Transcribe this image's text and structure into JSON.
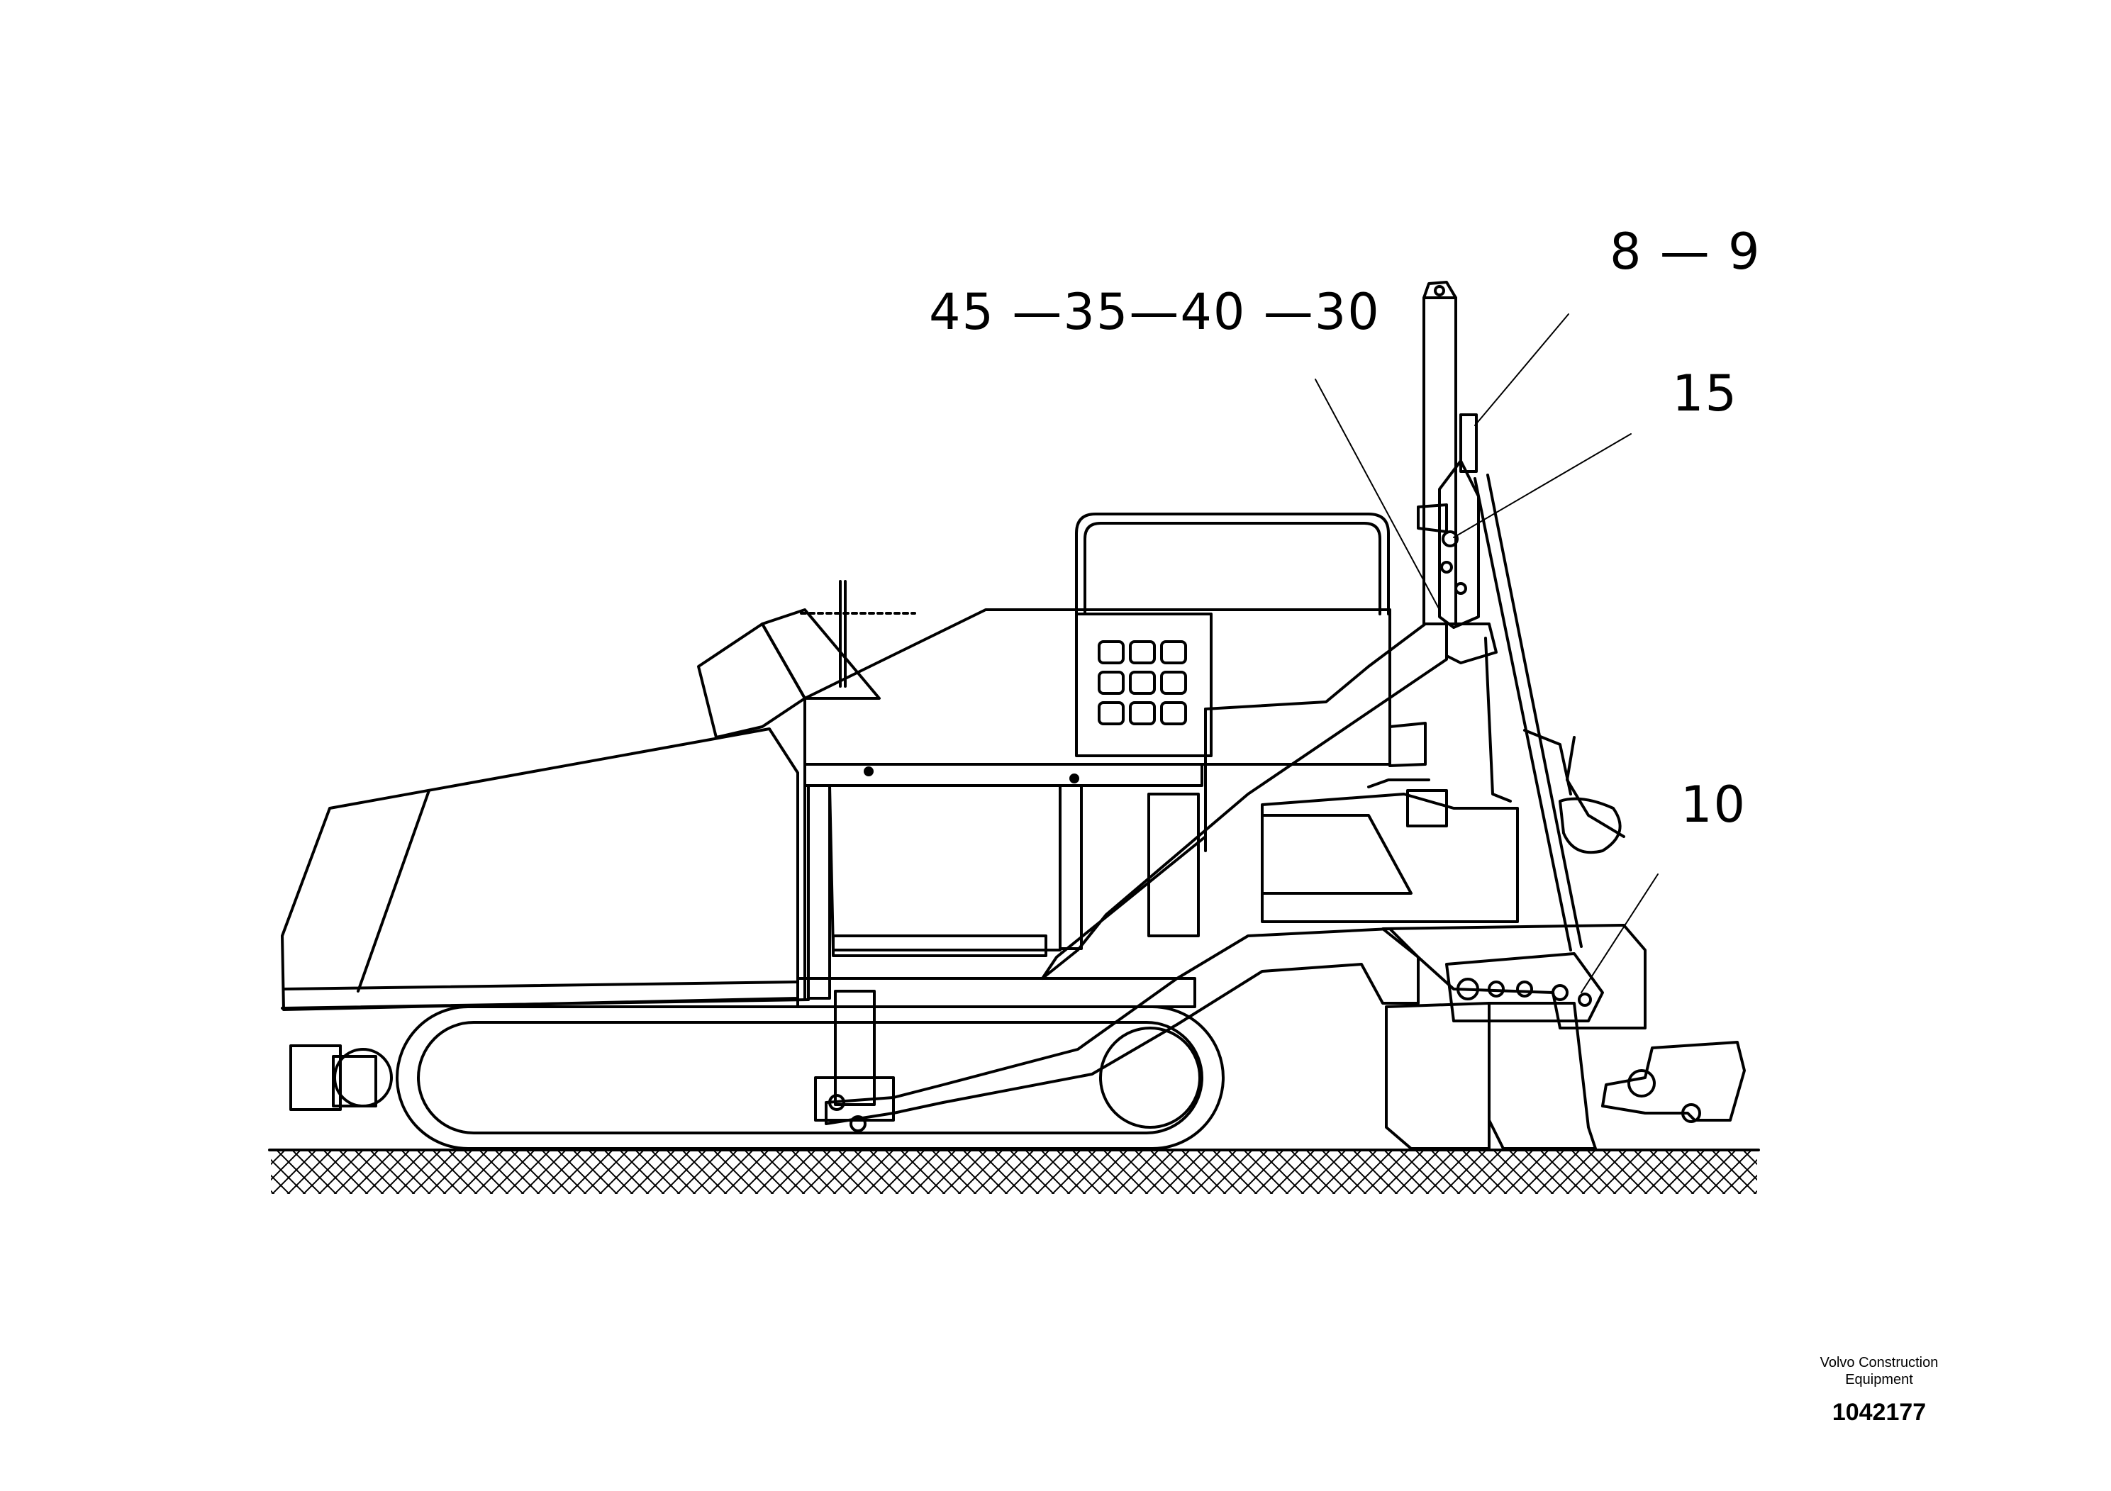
{
  "callouts": {
    "a": "8 — 9",
    "b": "45 —35—40 —30",
    "c": "15",
    "d": "10"
  },
  "footer": {
    "brand_line1": "Volvo Construction",
    "brand_line2": "Equipment",
    "drawing_number": "1042177"
  }
}
